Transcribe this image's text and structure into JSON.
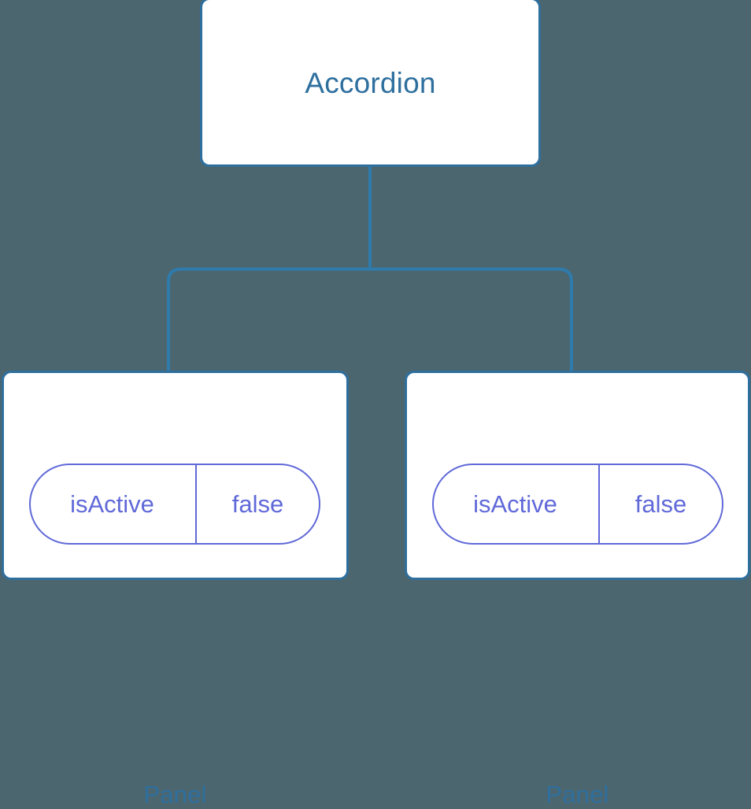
{
  "diagram": {
    "type": "component-tree",
    "background_color": "#4c6670",
    "node_border_color": "#2e6f9e",
    "node_fill_color": "#ffffff",
    "node_text_color": "#2e6f9e",
    "connector_color": "#2e7bac",
    "prop_color": "#6069d8",
    "root": {
      "label": "Accordion"
    },
    "children": [
      {
        "label": "Panel",
        "props": [
          {
            "key": "isActive",
            "value": "false"
          }
        ]
      },
      {
        "label": "Panel",
        "props": [
          {
            "key": "isActive",
            "value": "false"
          }
        ]
      }
    ]
  }
}
